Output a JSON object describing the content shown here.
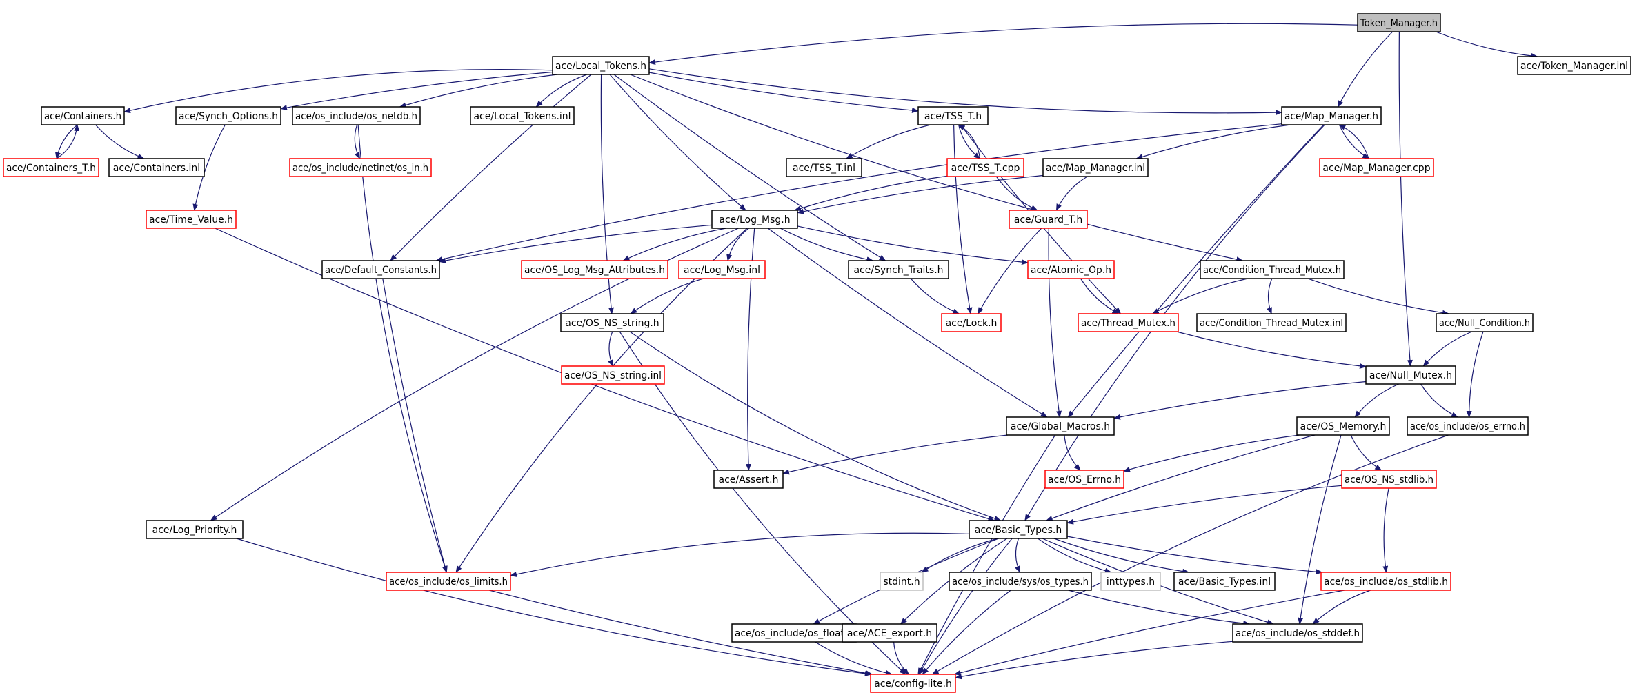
{
  "colors": {
    "edge": "#191970",
    "root_fill": "#bfbfbf",
    "normal_border": "#000000",
    "truncated_border": "#ff0000",
    "external_border": "#bfbfbf"
  },
  "nodes": [
    {
      "id": "token_manager_h",
      "label": "Token_Manager.h",
      "kind": "root"
    },
    {
      "id": "local_tokens_h",
      "label": "ace/Local_Tokens.h",
      "kind": "normal"
    },
    {
      "id": "token_manager_inl",
      "label": "ace/Token_Manager.inl",
      "kind": "normal"
    },
    {
      "id": "containers_h",
      "label": "ace/Containers.h",
      "kind": "normal"
    },
    {
      "id": "synch_options_h",
      "label": "ace/Synch_Options.h",
      "kind": "normal"
    },
    {
      "id": "os_netdb_h",
      "label": "ace/os_include/os_netdb.h",
      "kind": "normal"
    },
    {
      "id": "local_tokens_inl",
      "label": "ace/Local_Tokens.inl",
      "kind": "normal"
    },
    {
      "id": "tss_t_h",
      "label": "ace/TSS_T.h",
      "kind": "normal"
    },
    {
      "id": "map_manager_h",
      "label": "ace/Map_Manager.h",
      "kind": "normal"
    },
    {
      "id": "containers_t_h",
      "label": "ace/Containers_T.h",
      "kind": "truncated"
    },
    {
      "id": "containers_inl",
      "label": "ace/Containers.inl",
      "kind": "normal"
    },
    {
      "id": "os_in_h",
      "label": "ace/os_include/netinet/os_in.h",
      "kind": "truncated"
    },
    {
      "id": "tss_t_inl",
      "label": "ace/TSS_T.inl",
      "kind": "normal"
    },
    {
      "id": "tss_t_cpp",
      "label": "ace/TSS_T.cpp",
      "kind": "truncated"
    },
    {
      "id": "map_manager_inl",
      "label": "ace/Map_Manager.inl",
      "kind": "normal"
    },
    {
      "id": "map_manager_cpp",
      "label": "ace/Map_Manager.cpp",
      "kind": "truncated"
    },
    {
      "id": "time_value_h",
      "label": "ace/Time_Value.h",
      "kind": "truncated"
    },
    {
      "id": "log_msg_h",
      "label": "ace/Log_Msg.h",
      "kind": "normal"
    },
    {
      "id": "guard_t_h",
      "label": "ace/Guard_T.h",
      "kind": "truncated"
    },
    {
      "id": "default_constants_h",
      "label": "ace/Default_Constants.h",
      "kind": "normal"
    },
    {
      "id": "os_log_msg_attributes_h",
      "label": "ace/OS_Log_Msg_Attributes.h",
      "kind": "truncated"
    },
    {
      "id": "log_msg_inl",
      "label": "ace/Log_Msg.inl",
      "kind": "truncated"
    },
    {
      "id": "synch_traits_h",
      "label": "ace/Synch_Traits.h",
      "kind": "normal"
    },
    {
      "id": "atomic_op_h",
      "label": "ace/Atomic_Op.h",
      "kind": "truncated"
    },
    {
      "id": "condition_thread_mutex_h",
      "label": "ace/Condition_Thread_Mutex.h",
      "kind": "normal"
    },
    {
      "id": "os_ns_string_h",
      "label": "ace/OS_NS_string.h",
      "kind": "normal"
    },
    {
      "id": "lock_h",
      "label": "ace/Lock.h",
      "kind": "truncated"
    },
    {
      "id": "thread_mutex_h",
      "label": "ace/Thread_Mutex.h",
      "kind": "truncated"
    },
    {
      "id": "condition_thread_mutex_inl",
      "label": "ace/Condition_Thread_Mutex.inl",
      "kind": "normal"
    },
    {
      "id": "null_condition_h",
      "label": "ace/Null_Condition.h",
      "kind": "normal"
    },
    {
      "id": "os_ns_string_inl",
      "label": "ace/OS_NS_string.inl",
      "kind": "truncated"
    },
    {
      "id": "null_mutex_h",
      "label": "ace/Null_Mutex.h",
      "kind": "normal"
    },
    {
      "id": "global_macros_h",
      "label": "ace/Global_Macros.h",
      "kind": "normal"
    },
    {
      "id": "os_memory_h",
      "label": "ace/OS_Memory.h",
      "kind": "normal"
    },
    {
      "id": "os_errno_h",
      "label": "ace/os_include/os_errno.h",
      "kind": "normal"
    },
    {
      "id": "assert_h",
      "label": "ace/Assert.h",
      "kind": "normal"
    },
    {
      "id": "os_errno_ace_h",
      "label": "ace/OS_Errno.h",
      "kind": "truncated"
    },
    {
      "id": "os_ns_stdlib_h",
      "label": "ace/OS_NS_stdlib.h",
      "kind": "truncated"
    },
    {
      "id": "log_priority_h",
      "label": "ace/Log_Priority.h",
      "kind": "normal"
    },
    {
      "id": "basic_types_h",
      "label": "ace/Basic_Types.h",
      "kind": "normal"
    },
    {
      "id": "os_limits_h",
      "label": "ace/os_include/os_limits.h",
      "kind": "truncated"
    },
    {
      "id": "stdint_h",
      "label": "stdint.h",
      "kind": "external"
    },
    {
      "id": "os_types_h",
      "label": "ace/os_include/sys/os_types.h",
      "kind": "normal"
    },
    {
      "id": "inttypes_h",
      "label": "inttypes.h",
      "kind": "external"
    },
    {
      "id": "basic_types_inl",
      "label": "ace/Basic_Types.inl",
      "kind": "normal"
    },
    {
      "id": "os_stdlib_h",
      "label": "ace/os_include/os_stdlib.h",
      "kind": "truncated"
    },
    {
      "id": "os_float_h",
      "label": "ace/os_include/os_float.h",
      "kind": "normal"
    },
    {
      "id": "ace_export_h",
      "label": "ace/ACE_export.h",
      "kind": "normal"
    },
    {
      "id": "os_stddef_h",
      "label": "ace/os_include/os_stddef.h",
      "kind": "normal"
    },
    {
      "id": "config_lite_h",
      "label": "ace/config-lite.h",
      "kind": "truncated"
    }
  ],
  "edges": [
    [
      "token_manager_h",
      "local_tokens_h"
    ],
    [
      "token_manager_h",
      "token_manager_inl"
    ],
    [
      "token_manager_h",
      "map_manager_h"
    ],
    [
      "token_manager_h",
      "null_mutex_h"
    ],
    [
      "local_tokens_h",
      "containers_h"
    ],
    [
      "local_tokens_h",
      "synch_options_h"
    ],
    [
      "local_tokens_h",
      "os_netdb_h"
    ],
    [
      "local_tokens_h",
      "local_tokens_inl"
    ],
    [
      "local_tokens_h",
      "tss_t_h"
    ],
    [
      "local_tokens_h",
      "map_manager_h"
    ],
    [
      "local_tokens_h",
      "log_msg_h"
    ],
    [
      "local_tokens_h",
      "synch_traits_h"
    ],
    [
      "local_tokens_h",
      "os_ns_string_h"
    ],
    [
      "local_tokens_h",
      "default_constants_h"
    ],
    [
      "local_tokens_h",
      "condition_thread_mutex_h"
    ],
    [
      "containers_h",
      "containers_t_h"
    ],
    [
      "containers_t_h",
      "containers_h"
    ],
    [
      "containers_h",
      "containers_inl"
    ],
    [
      "synch_options_h",
      "time_value_h"
    ],
    [
      "time_value_h",
      "basic_types_h"
    ],
    [
      "os_netdb_h",
      "os_in_h"
    ],
    [
      "os_netdb_h",
      "os_limits_h"
    ],
    [
      "tss_t_h",
      "tss_t_inl"
    ],
    [
      "tss_t_h",
      "tss_t_cpp"
    ],
    [
      "tss_t_cpp",
      "tss_t_h"
    ],
    [
      "tss_t_h",
      "lock_h"
    ],
    [
      "tss_t_h",
      "thread_mutex_h"
    ],
    [
      "tss_t_cpp",
      "guard_t_h"
    ],
    [
      "tss_t_cpp",
      "log_msg_h"
    ],
    [
      "map_manager_h",
      "map_manager_inl"
    ],
    [
      "map_manager_h",
      "map_manager_cpp"
    ],
    [
      "map_manager_cpp",
      "map_manager_h"
    ],
    [
      "map_manager_h",
      "default_constants_h"
    ],
    [
      "map_manager_h",
      "global_macros_h"
    ],
    [
      "map_manager_h",
      "basic_types_h"
    ],
    [
      "map_manager_inl",
      "guard_t_h"
    ],
    [
      "map_manager_inl",
      "log_msg_h"
    ],
    [
      "guard_t_h",
      "lock_h"
    ],
    [
      "guard_t_h",
      "global_macros_h"
    ],
    [
      "log_msg_h",
      "default_constants_h"
    ],
    [
      "log_msg_h",
      "os_log_msg_attributes_h"
    ],
    [
      "log_msg_h",
      "log_msg_inl"
    ],
    [
      "log_msg_h",
      "synch_traits_h"
    ],
    [
      "log_msg_h",
      "atomic_op_h"
    ],
    [
      "log_msg_h",
      "log_priority_h"
    ],
    [
      "log_msg_h",
      "os_limits_h"
    ],
    [
      "log_msg_h",
      "assert_h"
    ],
    [
      "log_msg_h",
      "global_macros_h"
    ],
    [
      "log_msg_inl",
      "os_ns_string_h"
    ],
    [
      "default_constants_h",
      "os_limits_h"
    ],
    [
      "synch_traits_h",
      "lock_h"
    ],
    [
      "atomic_op_h",
      "thread_mutex_h"
    ],
    [
      "condition_thread_mutex_h",
      "thread_mutex_h"
    ],
    [
      "condition_thread_mutex_h",
      "condition_thread_mutex_inl"
    ],
    [
      "condition_thread_mutex_h",
      "null_condition_h"
    ],
    [
      "thread_mutex_h",
      "null_mutex_h"
    ],
    [
      "null_condition_h",
      "null_mutex_h"
    ],
    [
      "null_condition_h",
      "os_errno_h"
    ],
    [
      "null_mutex_h",
      "global_macros_h"
    ],
    [
      "null_mutex_h",
      "os_memory_h"
    ],
    [
      "null_mutex_h",
      "os_errno_h"
    ],
    [
      "os_ns_string_h",
      "os_ns_string_inl"
    ],
    [
      "os_ns_string_h",
      "basic_types_h"
    ],
    [
      "os_ns_string_h",
      "config_lite_h"
    ],
    [
      "global_macros_h",
      "assert_h"
    ],
    [
      "global_macros_h",
      "os_errno_ace_h"
    ],
    [
      "global_macros_h",
      "config_lite_h"
    ],
    [
      "os_memory_h",
      "os_errno_ace_h"
    ],
    [
      "os_memory_h",
      "os_ns_stdlib_h"
    ],
    [
      "os_memory_h",
      "basic_types_h"
    ],
    [
      "os_memory_h",
      "os_stddef_h"
    ],
    [
      "os_errno_h",
      "config_lite_h"
    ],
    [
      "os_ns_stdlib_h",
      "basic_types_h"
    ],
    [
      "os_ns_stdlib_h",
      "os_stdlib_h"
    ],
    [
      "log_priority_h",
      "config_lite_h"
    ],
    [
      "basic_types_h",
      "os_limits_h"
    ],
    [
      "basic_types_h",
      "stdint_h"
    ],
    [
      "basic_types_h",
      "os_types_h"
    ],
    [
      "basic_types_h",
      "inttypes_h"
    ],
    [
      "basic_types_h",
      "basic_types_inl"
    ],
    [
      "basic_types_h",
      "os_stdlib_h"
    ],
    [
      "basic_types_h",
      "os_float_h"
    ],
    [
      "basic_types_h",
      "ace_export_h"
    ],
    [
      "basic_types_h",
      "os_stddef_h"
    ],
    [
      "basic_types_h",
      "config_lite_h"
    ],
    [
      "os_limits_h",
      "config_lite_h"
    ],
    [
      "os_types_h",
      "os_stddef_h"
    ],
    [
      "os_types_h",
      "config_lite_h"
    ],
    [
      "os_stdlib_h",
      "os_stddef_h"
    ],
    [
      "os_stdlib_h",
      "config_lite_h"
    ],
    [
      "os_float_h",
      "config_lite_h"
    ],
    [
      "ace_export_h",
      "config_lite_h"
    ],
    [
      "os_stddef_h",
      "config_lite_h"
    ]
  ]
}
